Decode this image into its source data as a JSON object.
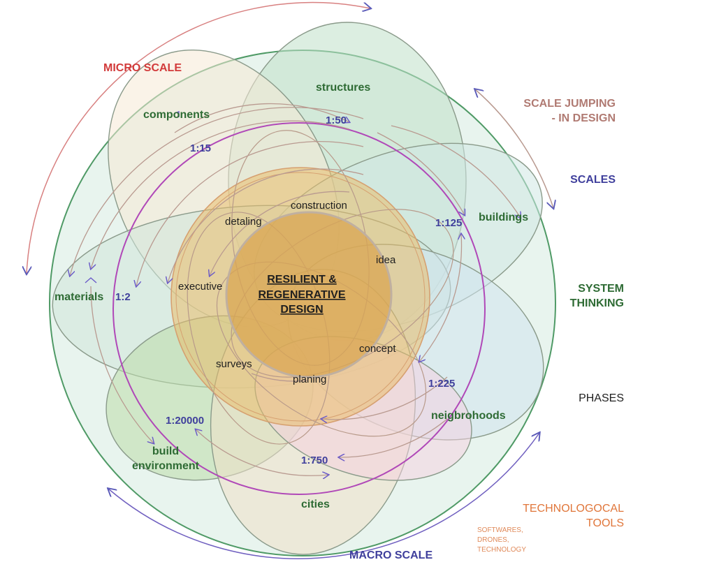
{
  "title": {
    "lines": [
      "RESILIENT &",
      "REGENERATIVE",
      "DESIGN"
    ]
  },
  "scale_arrows": {
    "micro": "MICRO SCALE",
    "macro": "MACRO SCALE"
  },
  "side_labels": {
    "scale_jumping": [
      "SCALE JUMPING",
      "- IN DESIGN"
    ],
    "scales": "SCALES",
    "system_thinking": [
      "SYSTEM",
      "THINKING"
    ],
    "phases": "PHASES",
    "tech_tools": [
      "TECHNOLOGOCAL",
      "TOOLS"
    ],
    "tech_examples": [
      "SOFTWARES,",
      "DRONES,",
      "TECHNOLOGY"
    ]
  },
  "system_domains": {
    "components": "components",
    "structures": "structures",
    "buildings": "buildings",
    "materials": "materials",
    "neighborhoods": "neigbrohoods",
    "build_environment": [
      "build",
      "environment"
    ],
    "cities": "cities"
  },
  "scale_ratios": {
    "r_1_2": "1:2",
    "r_1_15": "1:15",
    "r_1_50": "1:50",
    "r_1_125": "1:125",
    "r_1_225": "1:225",
    "r_1_750": "1:750",
    "r_1_20000": "1:20000"
  },
  "phases": {
    "construction": "construction",
    "detaling": "detaling",
    "idea": "idea",
    "executive": "executive",
    "concept": "concept",
    "surveys": "surveys",
    "planing": "planing"
  },
  "colors": {
    "micro": "#d23a3a",
    "macro": "#3f3f9c",
    "scale_jumping": "#b07a72",
    "scales": "#3f3f9c",
    "system_thinking": "#2e6b34",
    "phases": "#1f1f1f",
    "tech": "#e0763a"
  }
}
